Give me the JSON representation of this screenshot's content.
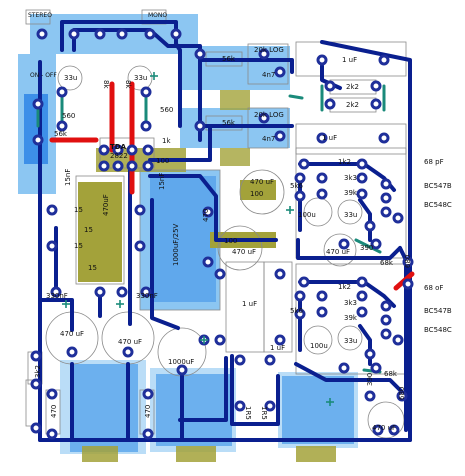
{
  "colors": {
    "trace": "#0a1f8f",
    "copper_pad": "#1f2f9a",
    "fill_blue": "#3d8fe8",
    "fill_light_blue": "#8cc6f2",
    "fill_olive": "#a3a23a",
    "jumper_red": "#e01010",
    "jumper_teal": "#1a8a7a",
    "outline": "#8a8a8a"
  },
  "labels": {
    "stereo": "STEREO",
    "mono": "MONO",
    "on_off": "ON - OFF",
    "r_56k_top": "56k",
    "r_56k_mid": "56k",
    "r_56k_left": "56k",
    "pot_20k_log_1": "20k LOG",
    "pot_20k_log_2": "20k LOG",
    "c_4n7_1": "4n7",
    "c_4n7_2": "4n7",
    "c_1uf_top": "1 uF",
    "c_1uf_mid": "1 uF",
    "c_1uf_b1": "1 uF",
    "c_1uf_b2": "1 uF",
    "r_2k2_1": "2k2",
    "r_2k2_2": "2k2",
    "c_33u_1": "33u",
    "c_33u_2": "33u",
    "c_33u_3": "33u",
    "c_33u_4": "33u",
    "r_560_1": "560",
    "r_560_2": "560",
    "r_8k_1": "8k",
    "r_8k_2": "8k",
    "r_1k": "1k",
    "tda": "TDA",
    "tda_num": "2822",
    "r_100_1": "100",
    "r_100_2": "100",
    "r_100_3": "100",
    "c_15nf_1": "15nF",
    "c_15nf_2": "15nF",
    "c_470uf_1": "470 uF",
    "c_470uf_2": "470 uF",
    "c_470uf_3": "470 uF",
    "c_470uf_4": "470 uF",
    "c_470uf_5": "470 uF",
    "c_470uf_6": "470 uF",
    "c_1000uf_25v": "1000uF/25V",
    "c_1000uf": "1000uF",
    "r_470_1": "470",
    "r_470_2": "470",
    "r_470_3": "470",
    "r_15_1": "15",
    "r_15_2": "15",
    "r_15_3": "15",
    "r_15_4": "15",
    "c_470uf_v": "470uF",
    "c_330nf_1": "330nF",
    "c_330nf_2": "330nF",
    "c_68pf": "68 pF",
    "c_68of": "68 oF",
    "bc547b_1": "BC547B",
    "bc548c_1": "BC548C",
    "bc547b_2": "BC547B",
    "bc548c_2": "BC548C",
    "r_1k2_1": "1k2",
    "r_1k2_2": "1k2",
    "r_3k3_1": "3k3",
    "r_3k3_2": "3k3",
    "r_39k_1": "39k",
    "r_39k_2": "39k",
    "r_5k6_1": "5k6",
    "r_5k6_2": "5k6",
    "c_100u_1": "100u",
    "c_100u_2": "100u",
    "r_390_1": "390",
    "r_390_2": "390",
    "r_68k_1": "68k",
    "r_68k_2": "68k",
    "r_680_1": "680",
    "r_680_2": "680",
    "r_3k2": "3k2",
    "r_1r5_1": "1R5",
    "r_1r5_2": "1R5"
  }
}
